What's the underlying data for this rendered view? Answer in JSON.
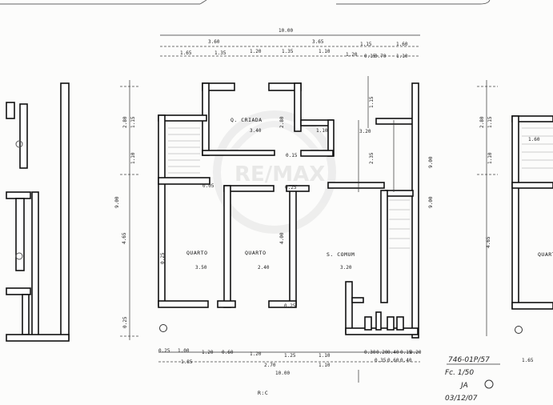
{
  "plan": {
    "floor_label": "R:C",
    "watermark": "RE/MAX",
    "stamp_lines": [
      "746-01P/57",
      "Fc. 1/50",
      "JA",
      "03/12/07"
    ],
    "rooms": [
      {
        "name": "Q. CRIADA"
      },
      {
        "name": "QUARTO"
      },
      {
        "name": "QUARTO"
      },
      {
        "name": "S. COMUM"
      },
      {
        "name": "QUART"
      }
    ],
    "top_dims": [
      "10.00",
      "3.60",
      "3.65",
      "1.15",
      "1.60",
      "1.65",
      "1.35",
      "1.20",
      "1.35",
      "1.10",
      "1.20",
      "0.15",
      "0.70",
      "1.10"
    ],
    "bottom_dims": [
      "0.25",
      "1.00",
      "1.20",
      "0.60",
      "1.20",
      "1.25",
      "1.10",
      "0.30",
      "0.20",
      "0.40",
      "0.15",
      "0.20",
      "1.85",
      "2.70",
      "1.10",
      "0.35",
      "0.60",
      "0.40",
      "1.65"
    ],
    "total_bottom": "10.00",
    "room_dims": [
      "3.40",
      "3.50",
      "2.40",
      "3.20",
      "2.80",
      "4.00",
      "4.65",
      "2.35",
      "1.15",
      "1.10",
      "9.00",
      "3.20",
      "0.25",
      "0.15",
      "0.25",
      "0.25",
      "0.05"
    ],
    "left_dims": [
      "2.80",
      "1.15",
      "1.10",
      "9.00",
      "0.25"
    ],
    "right_dims": [
      "9.00",
      "2.80",
      "1.15",
      "1.10",
      "1.60",
      "4.65"
    ]
  }
}
